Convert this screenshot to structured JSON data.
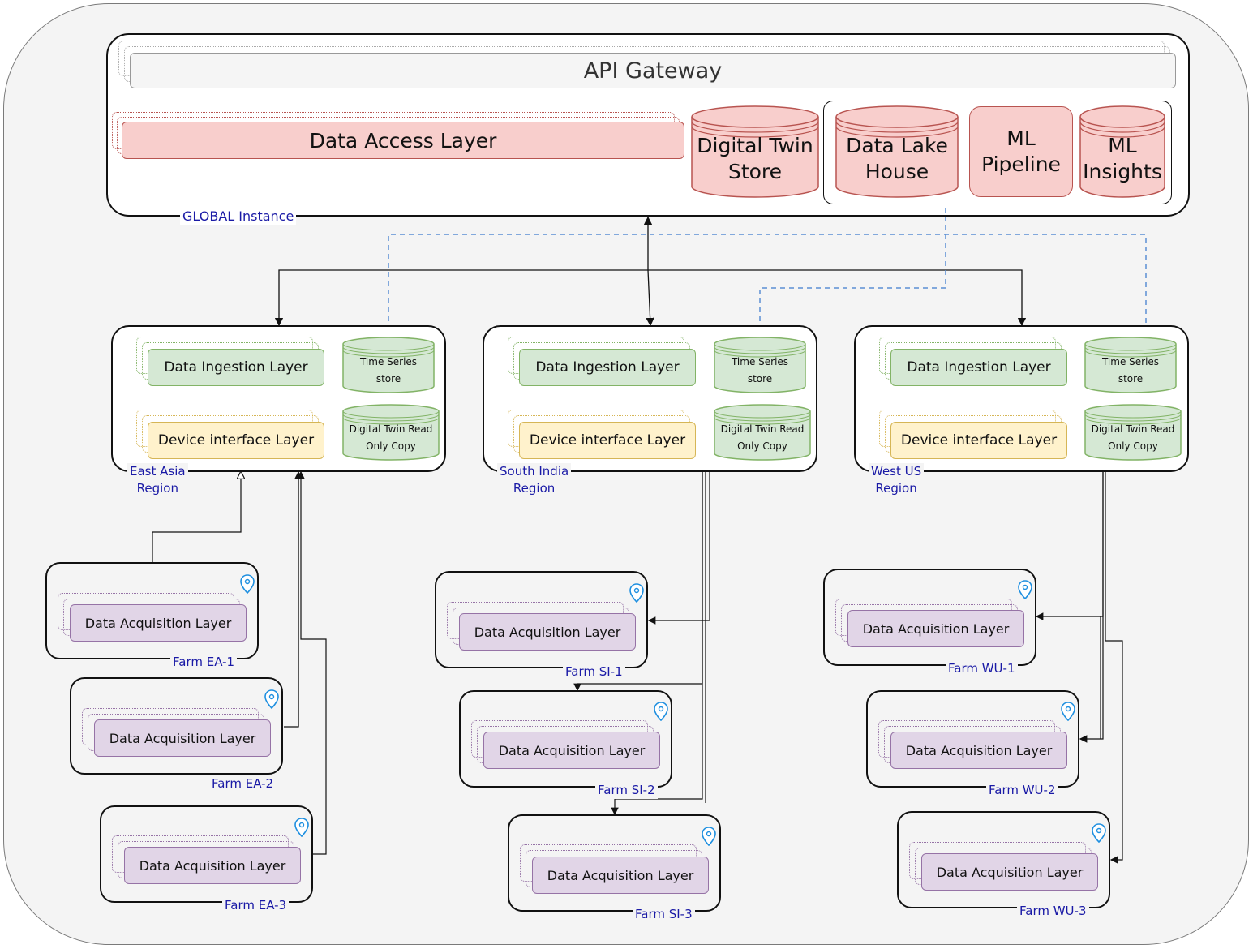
{
  "global": {
    "gateway": "API Gateway",
    "data_access": "Data Access Layer",
    "digital_twin_store": [
      "Digital Twin",
      "Store"
    ],
    "data_lake": [
      "Data Lake",
      "House"
    ],
    "ml_pipeline": [
      "ML",
      "Pipeline"
    ],
    "ml_insights": [
      "ML",
      "Insights"
    ],
    "label": "GLOBAL Instance"
  },
  "regions": [
    {
      "ingestion": "Data Ingestion Layer",
      "device": "Device interface Layer",
      "ts_store": [
        "Time Series",
        "store"
      ],
      "dt_copy": [
        "Digital Twin Read",
        "Only Copy"
      ],
      "label": [
        "East Asia",
        "Region"
      ]
    },
    {
      "ingestion": "Data Ingestion Layer",
      "device": "Device interface Layer",
      "ts_store": [
        "Time Series",
        "store"
      ],
      "dt_copy": [
        "Digital Twin Read",
        "Only Copy"
      ],
      "label": [
        "South India",
        "Region"
      ]
    },
    {
      "ingestion": "Data Ingestion Layer",
      "device": "Device interface Layer",
      "ts_store": [
        "Time Series",
        "store"
      ],
      "dt_copy": [
        "Digital Twin Read",
        "Only Copy"
      ],
      "label": [
        "West US",
        "Region"
      ]
    }
  ],
  "farms": {
    "ea": [
      {
        "layer": "Data Acquisition Layer",
        "label": "Farm EA-1"
      },
      {
        "layer": "Data Acquisition Layer",
        "label": "Farm EA-2"
      },
      {
        "layer": "Data Acquisition Layer",
        "label": "Farm EA-3"
      }
    ],
    "si": [
      {
        "layer": "Data Acquisition Layer",
        "label": "Farm SI-1"
      },
      {
        "layer": "Data Acquisition Layer",
        "label": "Farm SI-2"
      },
      {
        "layer": "Data Acquisition Layer",
        "label": "Farm SI-3"
      }
    ],
    "wu": [
      {
        "layer": "Data Acquisition Layer",
        "label": "Farm WU-1"
      },
      {
        "layer": "Data Acquisition Layer",
        "label": "Farm WU-2"
      },
      {
        "layer": "Data Acquisition Layer",
        "label": "Farm WU-3"
      }
    ]
  },
  "icons": {
    "location": "location-pin-icon"
  },
  "colors": {
    "pink_fill": "#f8cecc",
    "pink_stroke": "#b85450",
    "green_fill": "#d5e8d4",
    "green_stroke": "#82b366",
    "yellow_fill": "#fff2cc",
    "yellow_stroke": "#d6b656",
    "purple_fill": "#e1d5e7",
    "purple_stroke": "#9673a6",
    "label_blue": "#1a1aa6",
    "dashed_link": "#5b8fd4",
    "pin_blue": "#1e8fe0"
  }
}
